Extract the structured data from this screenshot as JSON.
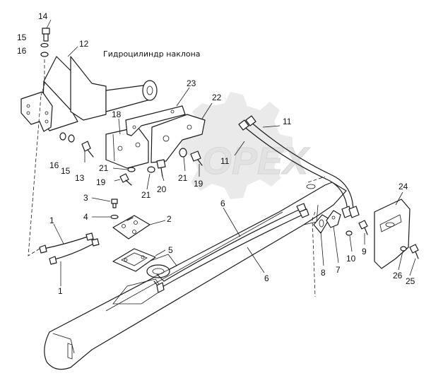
{
  "caption": "Гидроцилиндр наклона",
  "watermark": "OPEX",
  "callouts": [
    {
      "id": "c14",
      "label": "14"
    },
    {
      "id": "c15a",
      "label": "15"
    },
    {
      "id": "c16a",
      "label": "16"
    },
    {
      "id": "c12",
      "label": "12"
    },
    {
      "id": "c23",
      "label": "23"
    },
    {
      "id": "c22",
      "label": "22"
    },
    {
      "id": "c18",
      "label": "18"
    },
    {
      "id": "c11a",
      "label": "11"
    },
    {
      "id": "c11b",
      "label": "11"
    },
    {
      "id": "c16b",
      "label": "16"
    },
    {
      "id": "c15b",
      "label": "15"
    },
    {
      "id": "c13",
      "label": "13"
    },
    {
      "id": "c21a",
      "label": "21"
    },
    {
      "id": "c21b",
      "label": "21"
    },
    {
      "id": "c21c",
      "label": "21"
    },
    {
      "id": "c19a",
      "label": "19"
    },
    {
      "id": "c19b",
      "label": "19"
    },
    {
      "id": "c20",
      "label": "20"
    },
    {
      "id": "c3",
      "label": "3"
    },
    {
      "id": "c4",
      "label": "4"
    },
    {
      "id": "c2",
      "label": "2"
    },
    {
      "id": "c1a",
      "label": "1"
    },
    {
      "id": "c1b",
      "label": "1"
    },
    {
      "id": "c5",
      "label": "5"
    },
    {
      "id": "c6a",
      "label": "6"
    },
    {
      "id": "c6b",
      "label": "6"
    },
    {
      "id": "c8",
      "label": "8"
    },
    {
      "id": "c7",
      "label": "7"
    },
    {
      "id": "c10",
      "label": "10"
    },
    {
      "id": "c9",
      "label": "9"
    },
    {
      "id": "c24",
      "label": "24"
    },
    {
      "id": "c26",
      "label": "26"
    },
    {
      "id": "c25",
      "label": "25"
    }
  ]
}
